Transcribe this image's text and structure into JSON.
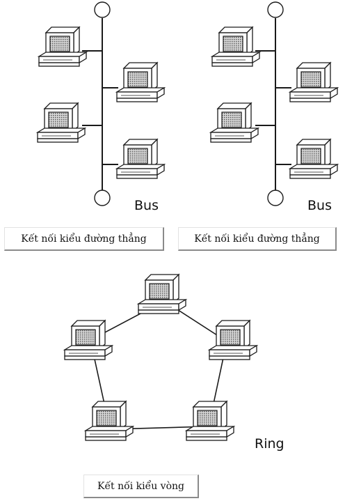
{
  "diagrams": [
    {
      "topology": "bus",
      "label": "Bus",
      "caption": "Kết nối kiểu đường thẳng"
    },
    {
      "topology": "bus",
      "label": "Bus",
      "caption": "Kết nối kiểu đường thẳng"
    },
    {
      "topology": "ring",
      "label": "Ring",
      "caption": "Kết nối kiểu vòng"
    }
  ],
  "colors": {
    "line": "#1a1a1a",
    "screen": "#9a9a9a",
    "case": "#ffffff",
    "caption_border": "#8a8a8a"
  },
  "icon": "computer-icon"
}
